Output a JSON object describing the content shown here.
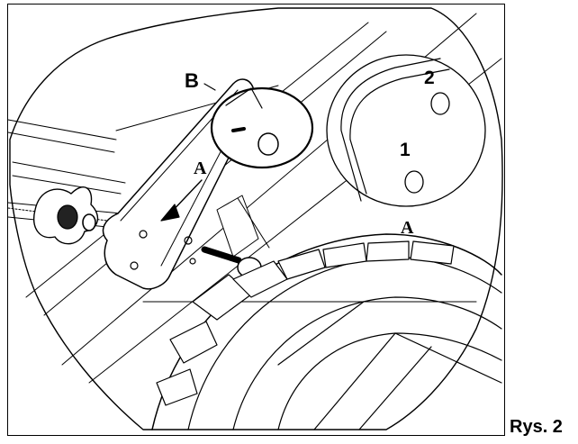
{
  "figure": {
    "caption": "Rys. 2",
    "labels": {
      "b": "B",
      "a_main": "A",
      "a_detail": "A",
      "hole_2": "2",
      "hole_1": "1"
    },
    "colors": {
      "ink": "#000000",
      "paper": "#ffffff"
    }
  }
}
